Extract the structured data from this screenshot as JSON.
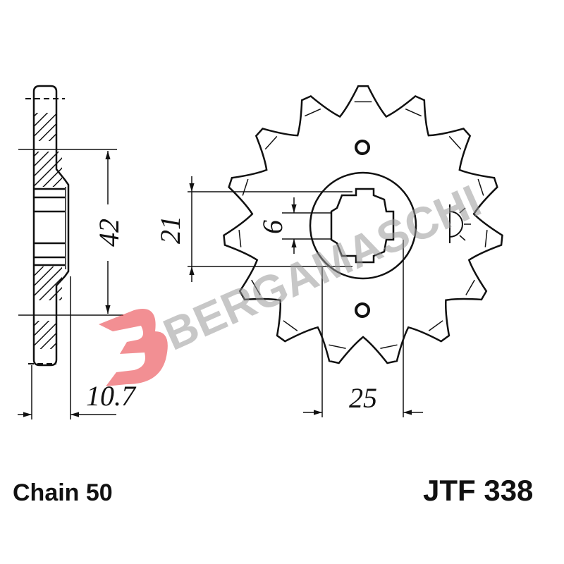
{
  "drawing": {
    "side_view_dims": {
      "pitch_diameter_label": "42",
      "width_label": "10.7"
    },
    "front_view_dims": {
      "spline_major_label": "21",
      "spline_width_label": "6",
      "hub_label": "25"
    },
    "teeth": 15
  },
  "footer": {
    "chain": "Chain 50",
    "part_number": "JTF 338"
  },
  "watermark": {
    "text": "BERGAMASCHI",
    "logo_color": "#e8333a"
  },
  "colors": {
    "line": "#111111",
    "watermark": "#9a9a9a"
  }
}
